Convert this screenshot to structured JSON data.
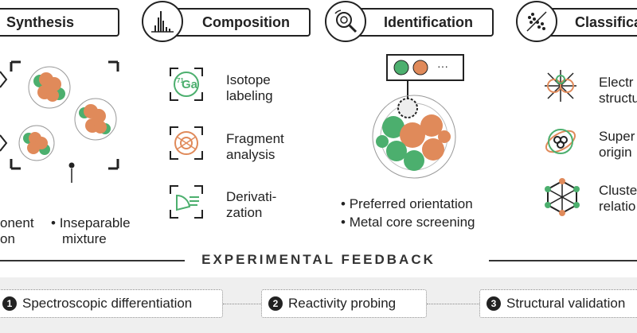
{
  "panels": {
    "synthesis": {
      "title": "Synthesis",
      "caption_left": [
        "onent",
        "on"
      ],
      "caption_right": [
        "Inseparable",
        "mixture"
      ]
    },
    "composition": {
      "title": "Composition",
      "items": [
        {
          "label": [
            "Isotope",
            "labeling"
          ],
          "icon": "isotope-ga-icon",
          "icon_text": "Ga",
          "icon_sup": "71"
        },
        {
          "label": [
            "Fragment",
            "analysis"
          ],
          "icon": "fragment-icon"
        },
        {
          "label": [
            "Derivati-",
            "zation"
          ],
          "icon": "derivatization-icon"
        }
      ]
    },
    "identification": {
      "title": "Identification",
      "legend_ellipsis": "···",
      "bullets": [
        "Preferred orientation",
        "Metal core screening"
      ]
    },
    "classification": {
      "title": "Classificati",
      "items": [
        {
          "label": [
            "Electr",
            "structu"
          ],
          "icon": "electronic-structure-icon"
        },
        {
          "label": [
            "Super",
            "origin"
          ],
          "icon": "superatom-origin-icon"
        },
        {
          "label": [
            "Cluste",
            "relatio"
          ],
          "icon": "cluster-relation-icon"
        }
      ]
    }
  },
  "feedback_title": "EXPERIMENTAL FEEDBACK",
  "steps": [
    {
      "num": "1",
      "label": "Spectroscopic differentiation"
    },
    {
      "num": "2",
      "label": "Reactivity probing"
    },
    {
      "num": "3",
      "label": "Structural validation"
    }
  ],
  "colors": {
    "green": "#4caf6e",
    "orange": "#e08a5a",
    "dark": "#222222",
    "band": "#efefef"
  }
}
